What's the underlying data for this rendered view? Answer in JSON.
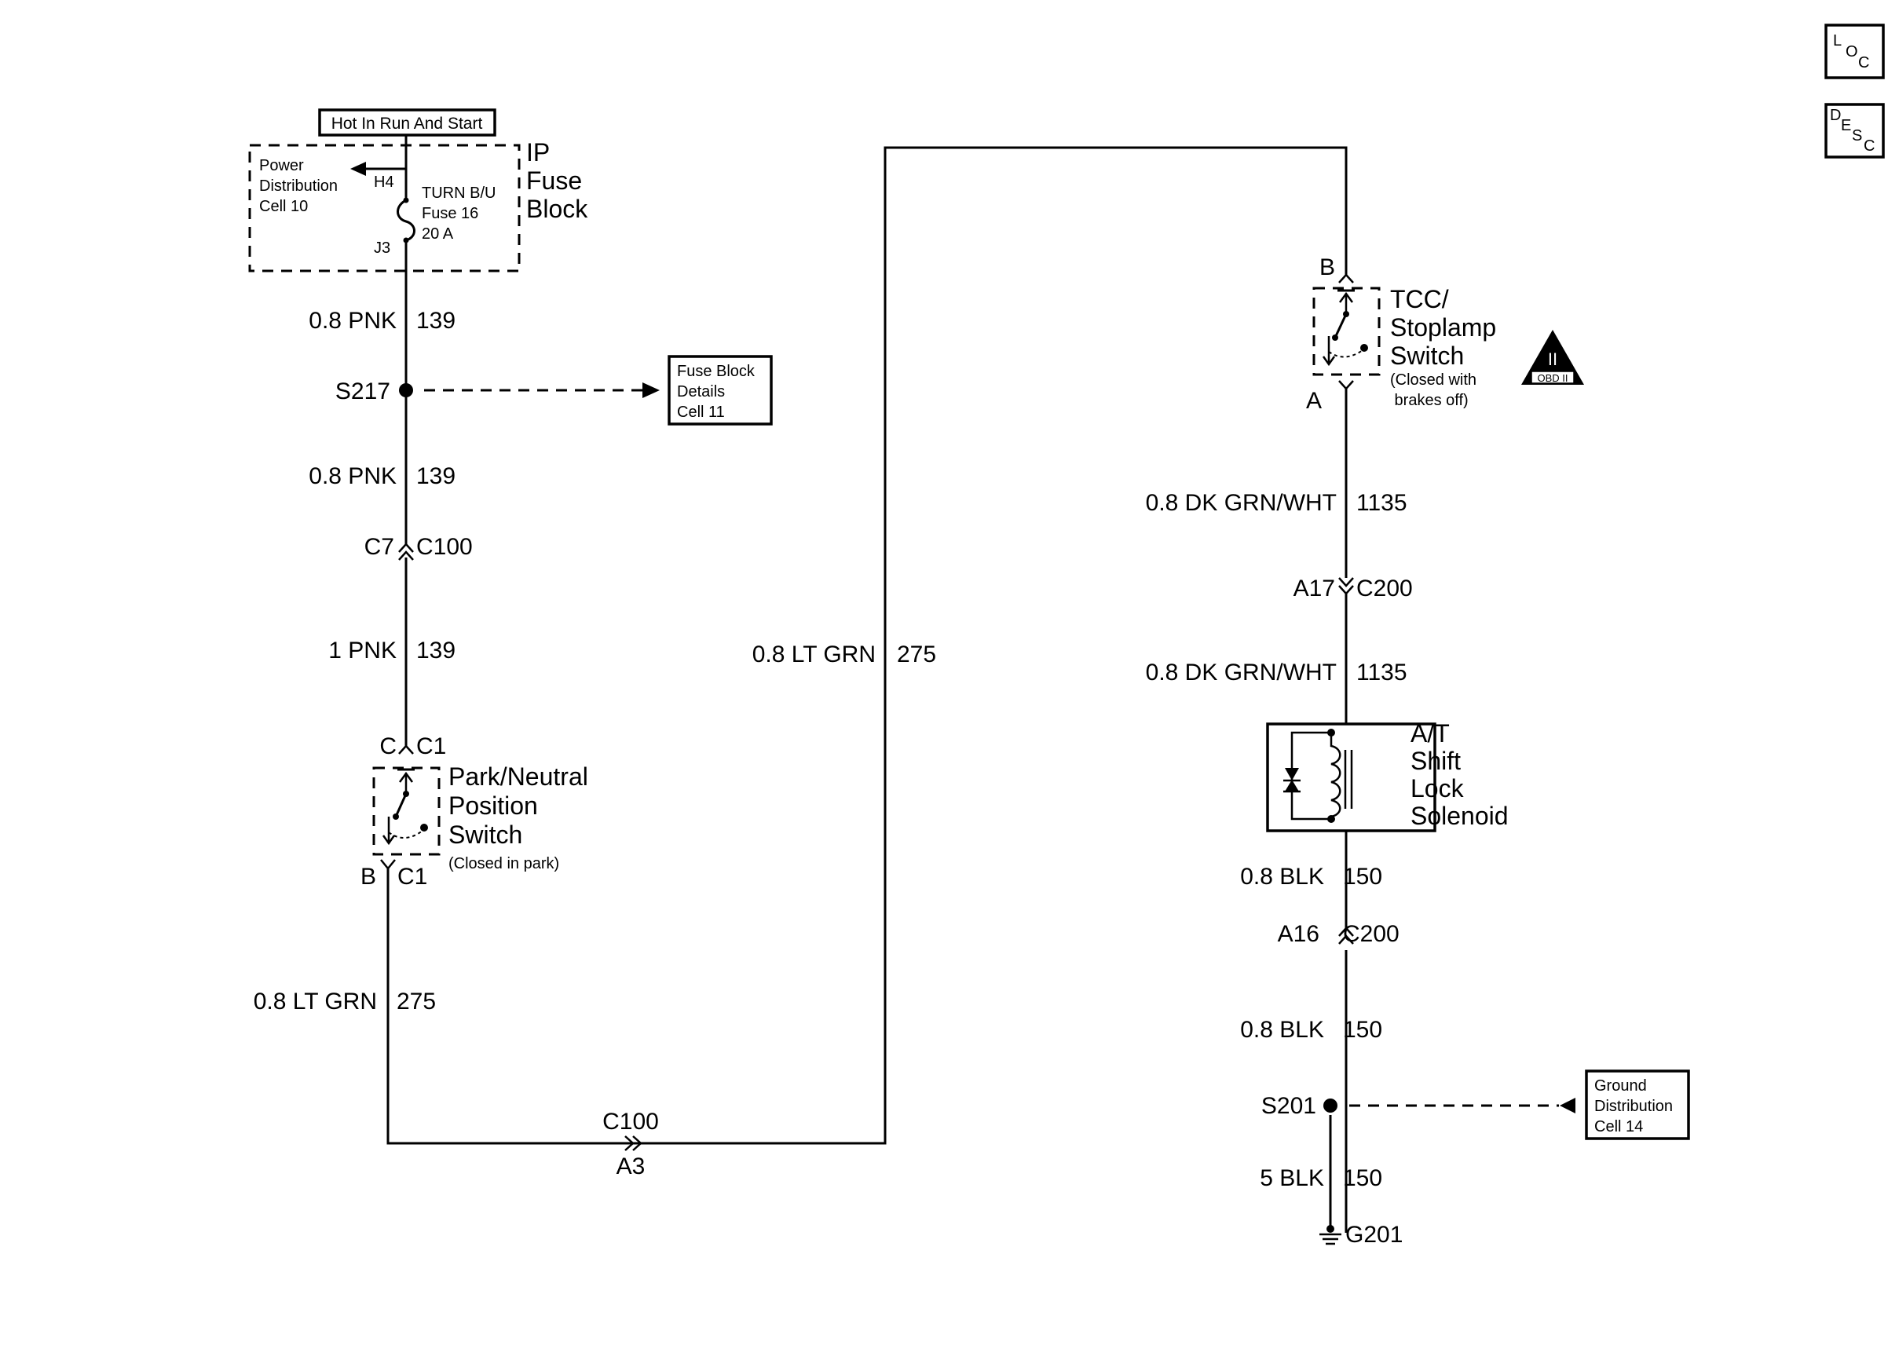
{
  "title_box": "Hot In Run And Start",
  "fuse_block": {
    "name": "IP\nFuse\nBlock",
    "power_dist": "Power\nDistribution\nCell 10",
    "fuse_label": "TURN B/U\nFuse 16\n20 A",
    "pin_in": "H4",
    "pin_out": "J3"
  },
  "left_wires": [
    {
      "gauge": "0.8 PNK",
      "circuit": "139"
    },
    {
      "gauge": "0.8 PNK",
      "circuit": "139"
    },
    {
      "gauge": "1 PNK",
      "circuit": "139"
    },
    {
      "gauge": "0.8 LT GRN",
      "circuit": "275"
    }
  ],
  "splice_s217": {
    "name": "S217",
    "ref": "Fuse Block\nDetails\nCell 11"
  },
  "conn_c100_top": {
    "pin": "C7",
    "conn": "C100"
  },
  "pn_switch": {
    "top_pin": "C",
    "top_conn": "C1",
    "bottom_pin": "B",
    "bottom_conn": "C1",
    "name": "Park/Neutral\nPosition\nSwitch",
    "note": "(Closed in park)"
  },
  "bottom_conn": {
    "conn": "C100",
    "pin": "A3"
  },
  "mid_wire": {
    "gauge": "0.8 LT GRN",
    "circuit": "275"
  },
  "tcc_switch": {
    "top_pin": "B",
    "bottom_pin": "A",
    "name": "TCC/\nStoplamp\nSwitch",
    "note": "(Closed with\n brakes off)",
    "obd_badge_top": "II",
    "obd_badge_bottom": "OBD II"
  },
  "right_wires": [
    {
      "gauge": "0.8 DK GRN/WHT",
      "circuit": "1135"
    },
    {
      "gauge": "0.8 DK GRN/WHT",
      "circuit": "1135"
    },
    {
      "gauge": "0.8 BLK",
      "circuit": "150"
    },
    {
      "gauge": "0.8 BLK",
      "circuit": "150"
    },
    {
      "gauge": "5 BLK",
      "circuit": "150"
    }
  ],
  "conn_a17": {
    "pin": "A17",
    "conn": "C200"
  },
  "conn_a16": {
    "pin": "A16",
    "conn": "C200"
  },
  "solenoid": {
    "name": "A/T\nShift\nLock\nSolenoid"
  },
  "splice_s201": {
    "name": "S201",
    "ref": "Ground\nDistribution\nCell 14"
  },
  "ground": {
    "name": "G201"
  },
  "corner_icons": {
    "loc": [
      "L",
      "O",
      "C"
    ],
    "desc": [
      "D",
      "E",
      "S",
      "C"
    ]
  }
}
